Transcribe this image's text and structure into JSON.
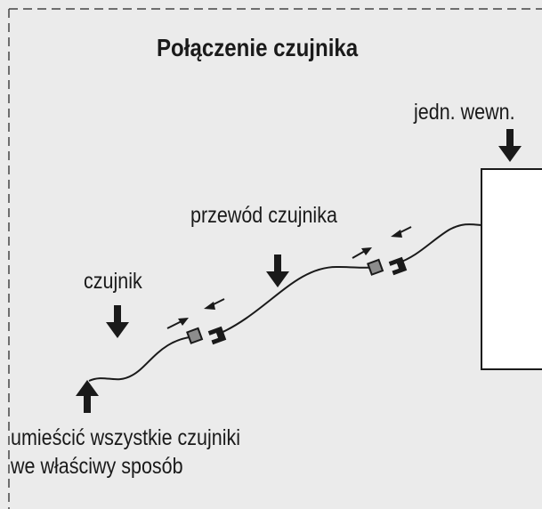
{
  "title": "Połączenie czujnika",
  "labels": {
    "indoor_unit": "jedn. wewn.",
    "sensor_cable": "przewód czujnika",
    "sensor": "czujnik",
    "note_line1": "umieścić wszystkie czujniki",
    "note_line2": "we właściwy sposób"
  },
  "colors": {
    "background": "#ebebeb",
    "border": "#444444",
    "line": "#1a1a1a",
    "connector_gray": "#8c8c8c"
  }
}
